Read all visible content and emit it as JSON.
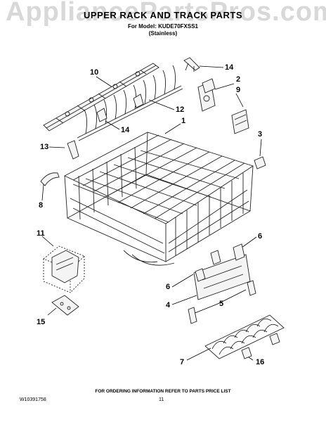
{
  "watermark": "AppliancePartsPros.com",
  "header": {
    "title": "UPPER RACK AND TRACK PARTS",
    "model_line": "For Model: KUDE70FXSS1",
    "finish": "(Stainless)"
  },
  "callouts": [
    "10",
    "14",
    "2",
    "9",
    "12",
    "1",
    "14",
    "3",
    "13",
    "8",
    "11",
    "6",
    "6",
    "4",
    "5",
    "15",
    "7",
    "16"
  ],
  "footer": {
    "ordering_note": "FOR ORDERING INFORMATION REFER TO PARTS PRICE LIST",
    "doc_number": "W10391758",
    "page_number": "11"
  }
}
